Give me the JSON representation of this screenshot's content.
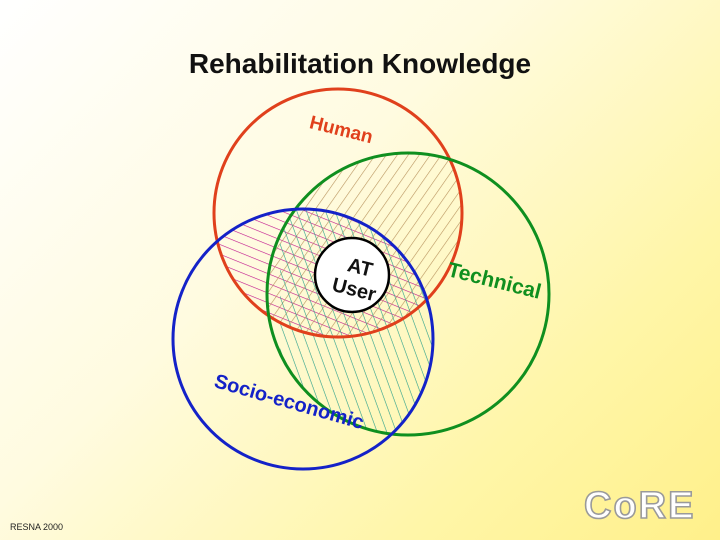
{
  "title": "Rehabilitation Knowledge",
  "circles": {
    "human": {
      "label": "Human",
      "color": "#e0401c"
    },
    "technical": {
      "label": "Technical",
      "color": "#0f8f1f"
    },
    "socio": {
      "label": "Socio-economic",
      "color": "#1422c8"
    },
    "center_line1": "AT",
    "center_line2": "User"
  },
  "logo": "CoRE",
  "footer": "RESNA 2000"
}
